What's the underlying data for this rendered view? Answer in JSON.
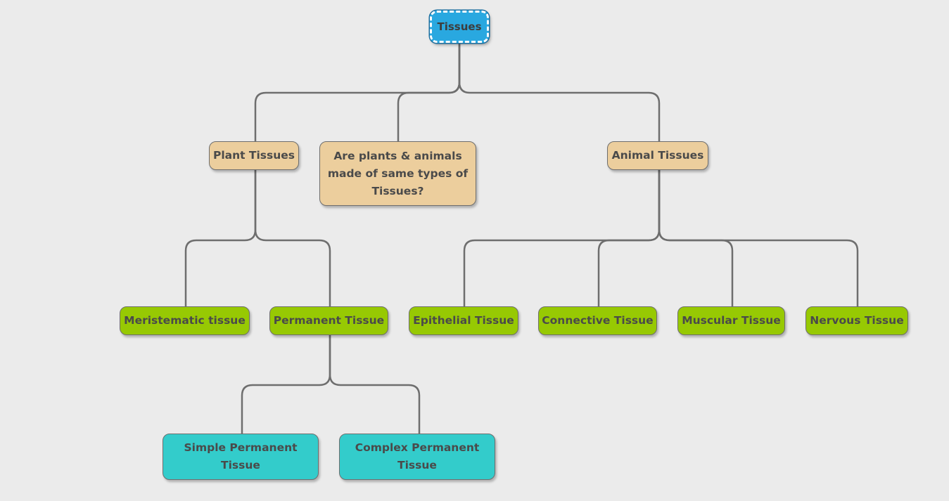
{
  "diagram": {
    "root": {
      "label": "Tissues"
    },
    "level1": {
      "plant": {
        "label": "Plant Tissues"
      },
      "question": {
        "lines": [
          "Are plants & animals",
          "made of same types of",
          "Tissues?"
        ]
      },
      "animal": {
        "label": "Animal Tissues"
      }
    },
    "plant_children": {
      "meristematic": {
        "label": "Meristematic tissue"
      },
      "permanent": {
        "label": "Permanent Tissue"
      }
    },
    "animal_children": {
      "epithelial": {
        "label": "Epithelial Tissue"
      },
      "connective": {
        "label": "Connective Tissue"
      },
      "muscular": {
        "label": "Muscular Tissue"
      },
      "nervous": {
        "label": "Nervous Tissue"
      }
    },
    "permanent_children": {
      "simple": {
        "lines": [
          "Simple Permanent",
          "Tissue"
        ]
      },
      "complex": {
        "lines": [
          "Complex Permanent",
          "Tissue"
        ]
      }
    }
  },
  "colors": {
    "background": "#ebebeb",
    "root_fill": "#29a8e0",
    "level1_fill": "#ecce9d",
    "level2_fill": "#97c903",
    "level3_fill": "#33cccb",
    "connector": "#6e6e6e",
    "text": "#4a4a4a"
  }
}
